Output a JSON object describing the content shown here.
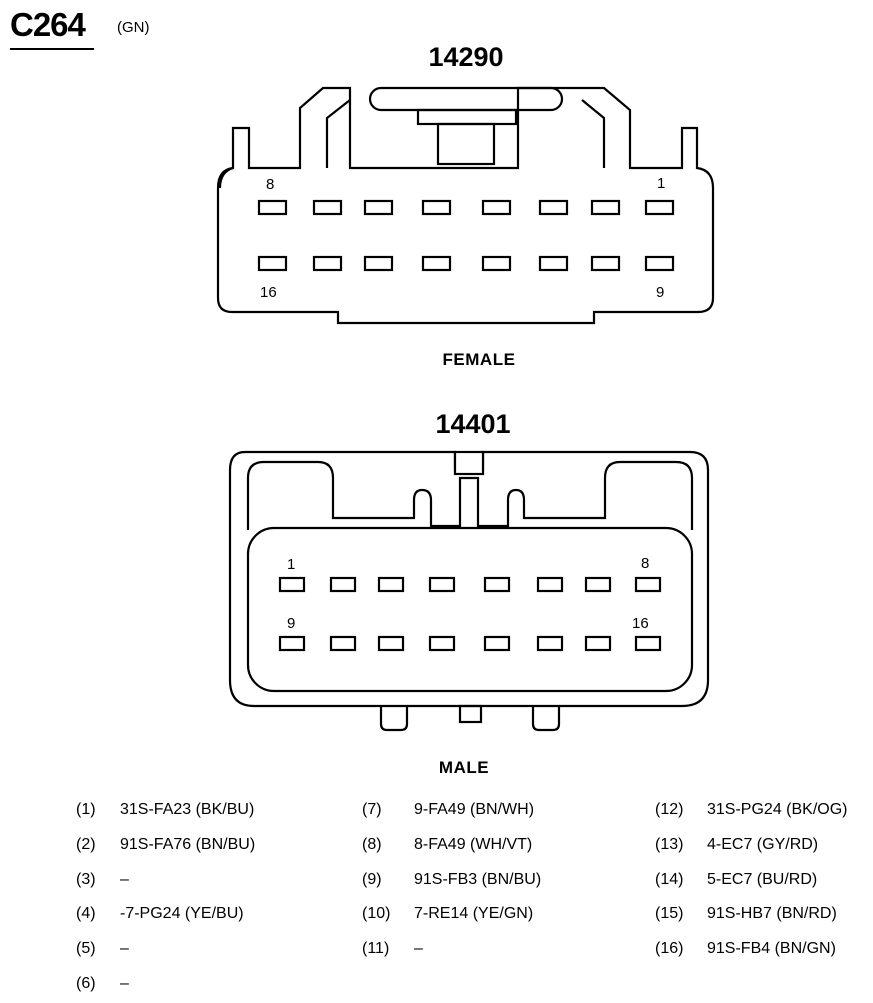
{
  "header": {
    "connector_id": "C264",
    "color_code": "(GN)"
  },
  "female_connector": {
    "part_number": "14290",
    "label": "FEMALE",
    "pin_labels": {
      "top_left": "8",
      "top_right": "1",
      "bottom_left": "16",
      "bottom_right": "9"
    }
  },
  "male_connector": {
    "part_number": "14401",
    "label": "MALE",
    "pin_labels": {
      "top_left": "1",
      "top_right": "8",
      "bottom_left": "9",
      "bottom_right": "16"
    }
  },
  "pinout": {
    "column_1": [
      {
        "pin": "(1)",
        "circuit": "31S-FA23 (BK/BU)"
      },
      {
        "pin": "(2)",
        "circuit": "91S-FA76 (BN/BU)"
      },
      {
        "pin": "(3)",
        "circuit": "–"
      },
      {
        "pin": "(4)",
        "circuit": "-7-PG24 (YE/BU)"
      },
      {
        "pin": "(5)",
        "circuit": "–"
      },
      {
        "pin": "(6)",
        "circuit": "–"
      }
    ],
    "column_2": [
      {
        "pin": "(7)",
        "circuit": "9-FA49 (BN/WH)"
      },
      {
        "pin": "(8)",
        "circuit": "8-FA49 (WH/VT)"
      },
      {
        "pin": "(9)",
        "circuit": "91S-FB3 (BN/BU)"
      },
      {
        "pin": "(10)",
        "circuit": "7-RE14 (YE/GN)"
      },
      {
        "pin": "(11)",
        "circuit": "–"
      }
    ],
    "column_3": [
      {
        "pin": "(12)",
        "circuit": "31S-PG24 (BK/OG)"
      },
      {
        "pin": "(13)",
        "circuit": "4-EC7 (GY/RD)"
      },
      {
        "pin": "(14)",
        "circuit": "5-EC7 (BU/RD)"
      },
      {
        "pin": "(15)",
        "circuit": "91S-HB7 (BN/RD)"
      },
      {
        "pin": "(16)",
        "circuit": "91S-FB4 (BN/GN)"
      }
    ]
  }
}
